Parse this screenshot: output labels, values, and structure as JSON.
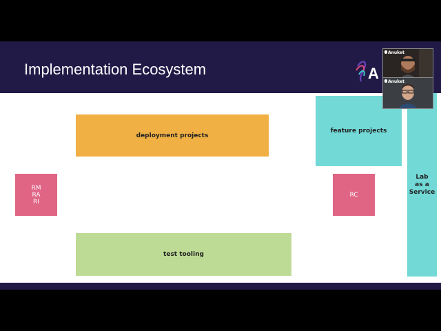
{
  "slide": {
    "title": "Implementation Ecosystem",
    "logo_letter": "A"
  },
  "boxes": {
    "deployment": "deployment projects",
    "feature": "feature projects",
    "lab_lines": [
      "Lab",
      "as a",
      "Service"
    ],
    "rm_lines": [
      "RM",
      "RA",
      "RI"
    ],
    "rc": "RC",
    "test": "test tooling"
  },
  "video": {
    "participants": [
      {
        "name": "Anuket"
      },
      {
        "name": "Anuket"
      }
    ]
  },
  "colors": {
    "title_bar": "#211a47",
    "orange": "#f0b044",
    "teal": "#72d9d6",
    "pink": "#e06585",
    "green": "#bedb96"
  }
}
